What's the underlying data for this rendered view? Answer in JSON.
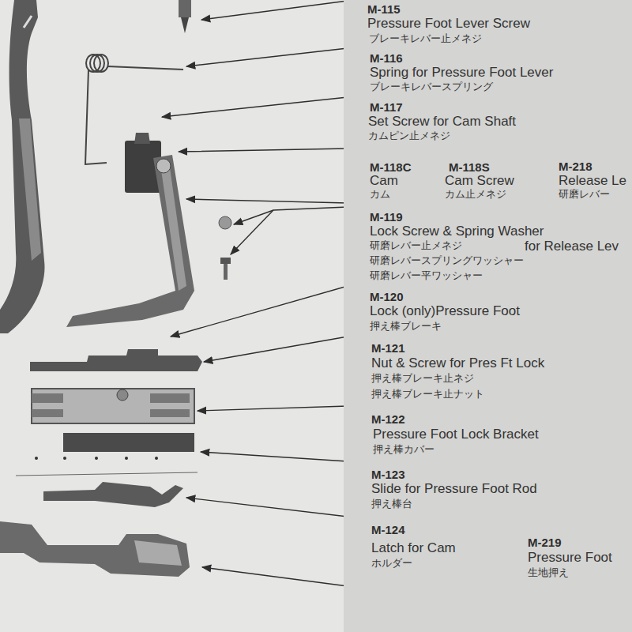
{
  "diagram": {
    "nodes": [
      {
        "text": [
          "M-115",
          "Pressure Foot Lever Screw",
          "ブレーキレバー止メネジ",
          "M-116",
          "Spring for Pressure Foot Lever",
          "ブレーキレバースプリング",
          "M-117",
          "Set Screw for Cam Shaft",
          "カムピン止メネジ",
          "M-118C",
          "M-118S",
          "M-218",
          "Cam",
          "Cam Screw",
          "Release Le",
          "カム",
          "カム止メネジ",
          "研磨レバー",
          "M-119",
          "Lock Screw & Spring Washer",
          "研磨レバー止メネジ",
          "for Release Lev",
          "研磨レバースプリングワッシャー",
          "研磨レバー平ワッシャー",
          "M-120",
          "Lock (only)Pressure Foot",
          "押え棒ブレーキ",
          "M-121",
          "Nut & Screw for Pres Ft Lock",
          "押え棒ブレーキ止ネジ",
          "押え棒ブレーキ止ナット",
          "M-122",
          "Pressure Foot Lock Bracket",
          "押え棒カバー",
          "M-123",
          "Slide for Pressure Foot Rod",
          "押え棒台",
          "M-124",
          "Latch for Cam",
          "ホルダー",
          "M-219",
          "Pressure Foot",
          "生地押え"
        ]
      }
    ]
  }
}
